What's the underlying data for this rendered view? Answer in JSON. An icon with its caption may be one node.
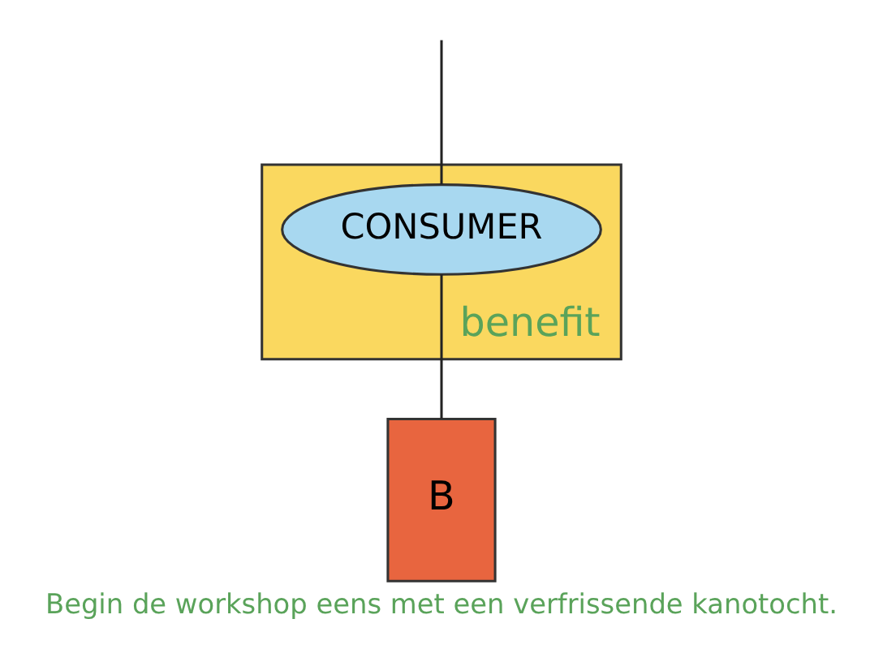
{
  "diagram": {
    "caption": "Begin de workshop eens met een verfrissende kanotocht.",
    "nodes": [
      {
        "text": [
          "benefit"
        ]
      },
      {
        "text": [
          "CONSUMER"
        ],
        "in": 0
      },
      {
        "text": [
          "B"
        ]
      }
    ],
    "edges": [
      {
        "from": null,
        "to": 1,
        "arrow": "none"
      },
      {
        "from": 1,
        "to": 2,
        "arrow": "none"
      }
    ]
  }
}
